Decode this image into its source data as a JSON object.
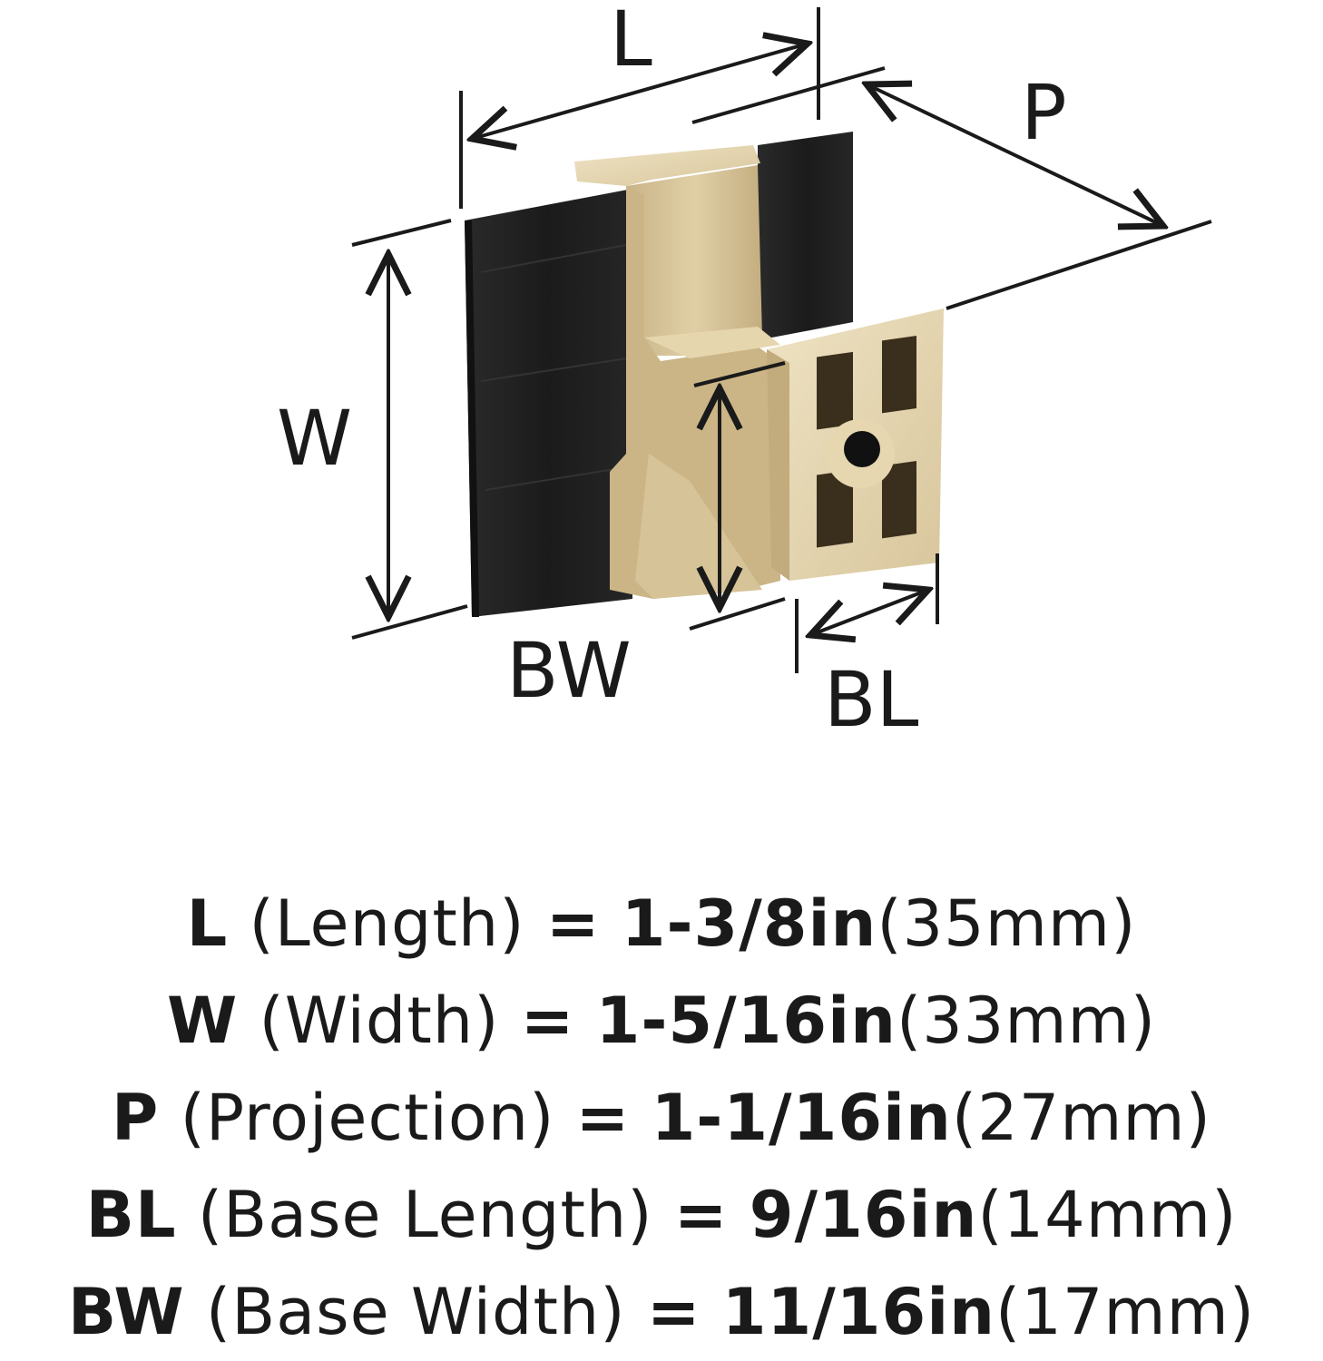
{
  "labels": {
    "L": "L",
    "P": "P",
    "W": "W",
    "BW": "BW",
    "BL": "BL"
  },
  "specs": [
    {
      "abbr": "L",
      "desc": "(Length)",
      "eq": "=",
      "imperial": "1-3/8in",
      "metric": "(35mm)"
    },
    {
      "abbr": "W",
      "desc": "(Width)",
      "eq": "=",
      "imperial": "1-5/16in",
      "metric": "(33mm)"
    },
    {
      "abbr": "P",
      "desc": "(Projection)",
      "eq": "=",
      "imperial": "1-1/16in",
      "metric": "(27mm)"
    },
    {
      "abbr": "BL",
      "desc": "(Base Length)",
      "eq": "=",
      "imperial": "9/16in",
      "metric": "(14mm)"
    },
    {
      "abbr": "BW",
      "desc": "(Base Width)",
      "eq": "=",
      "imperial": "11/16in",
      "metric": "(17mm)"
    }
  ],
  "colors": {
    "wood": "#1f1f1f",
    "brass": "#d8c59a",
    "brass_dark": "#b8a374",
    "brass_light": "#ece0bf",
    "line": "#1a1a1a"
  }
}
